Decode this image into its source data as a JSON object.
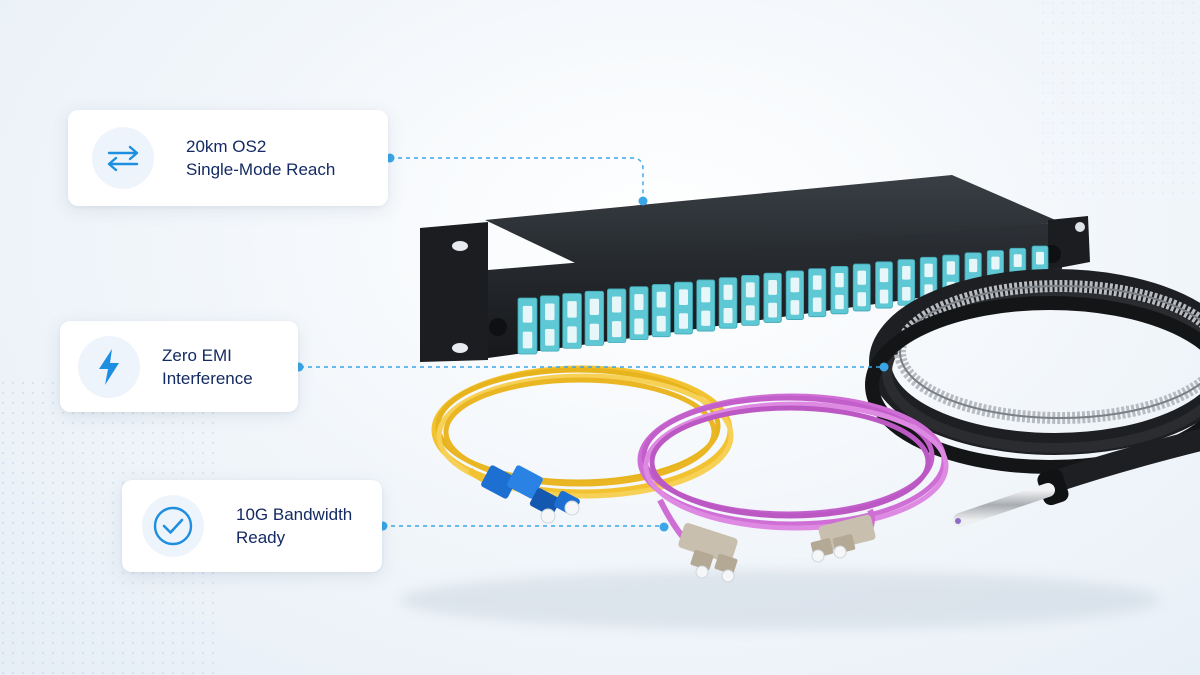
{
  "callouts": [
    {
      "line1": "20km OS2",
      "line2": "Single-Mode Reach",
      "icon": "bidirectional-arrows-icon"
    },
    {
      "line1": "Zero EMI",
      "line2": "Interference",
      "icon": "lightning-bolt-icon"
    },
    {
      "line1": "10G Bandwidth",
      "line2": "Ready",
      "icon": "check-circle-icon"
    }
  ],
  "colors": {
    "text": "#142a63",
    "accent": "#1e8fe0",
    "connector_line": "#3aa6e8",
    "panel": "#2b2f33",
    "port": "#5ec8d4",
    "yellow_cable": "#f2c230",
    "magenta_cable": "#cf6fd6",
    "black_cable": "#1e1f22",
    "sc_connector": "#1d6fd1",
    "lc_connector": "#c9bfae"
  }
}
